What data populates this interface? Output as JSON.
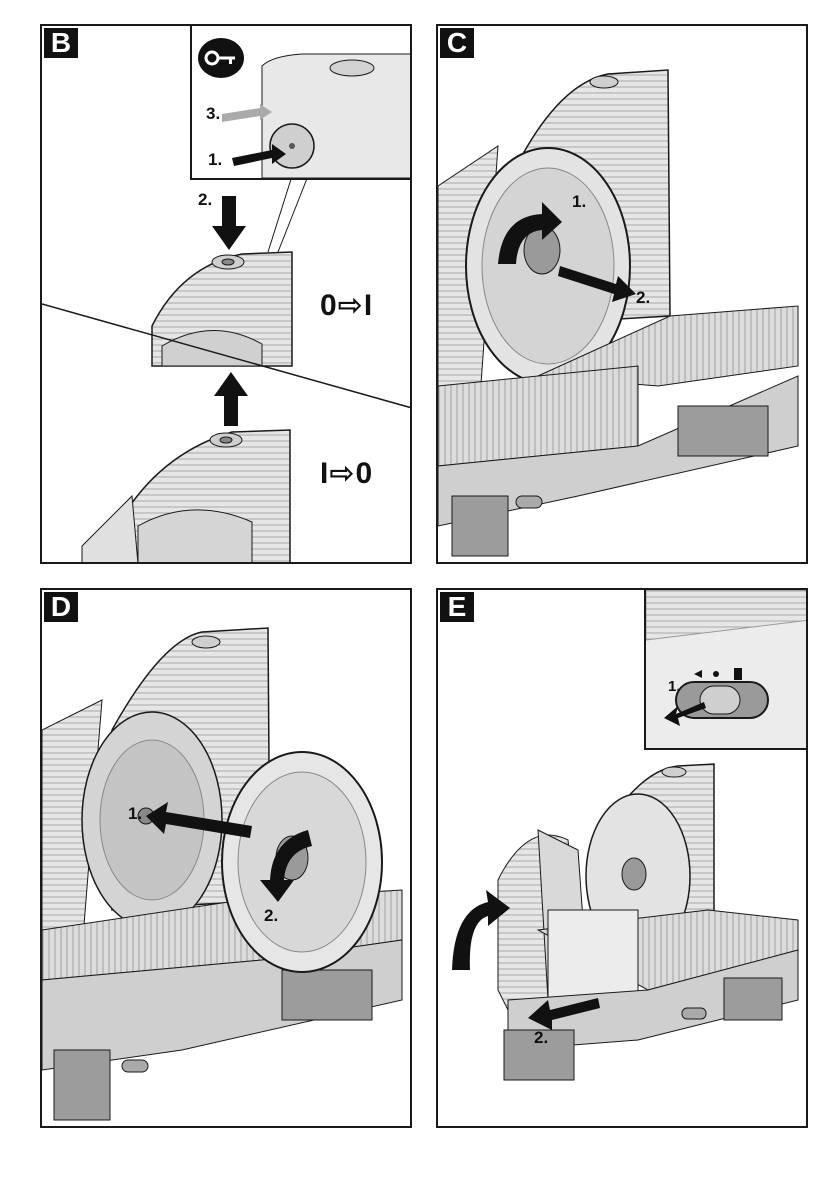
{
  "panels": {
    "B": {
      "letter": "B",
      "steps": {
        "s1": "1.",
        "s2": "2.",
        "s3": "3."
      },
      "on_label": "0⇨I",
      "off_label": "I⇨0",
      "key_icon": "key-icon"
    },
    "C": {
      "letter": "C",
      "steps": {
        "s1": "1.",
        "s2": "2."
      }
    },
    "D": {
      "letter": "D",
      "steps": {
        "s1": "1.",
        "s2": "2."
      }
    },
    "E": {
      "letter": "E",
      "steps": {
        "s1": "1.",
        "s2": "2.",
        "inset_s1": "1."
      }
    }
  },
  "colors": {
    "outline": "#1a1a1a",
    "metal_light": "#e4e4e4",
    "metal_mid": "#bdbdbd",
    "metal_dark": "#8e8e8e",
    "shadow": "#6f6f6f"
  }
}
